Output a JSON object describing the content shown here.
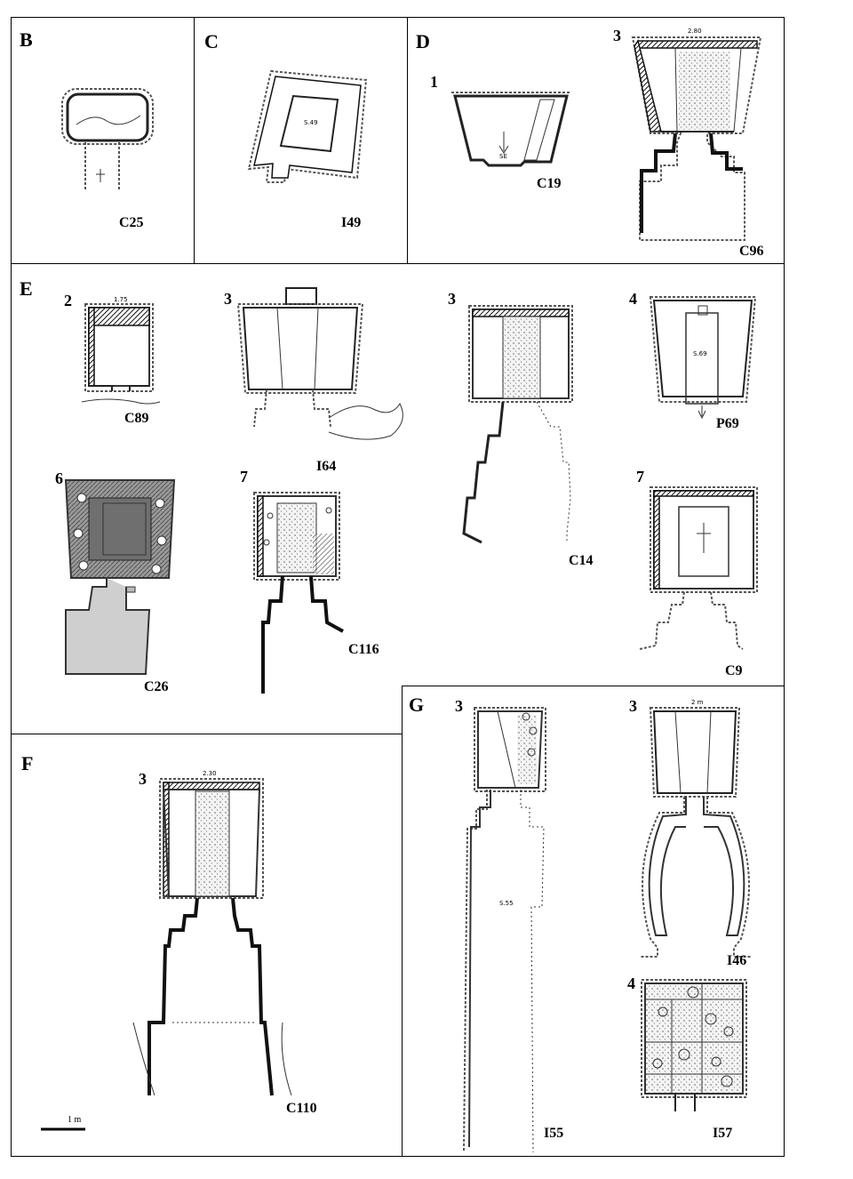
{
  "panels": [
    {
      "id": "B",
      "letter": "B",
      "labels": [
        {
          "text": "C25"
        }
      ]
    },
    {
      "id": "C",
      "letter": "C",
      "labels": [
        {
          "text": "I49"
        }
      ]
    },
    {
      "id": "D",
      "letter": "D",
      "labels": [
        {
          "text": "C19"
        },
        {
          "text": "C96"
        }
      ]
    },
    {
      "id": "E",
      "letter": "E",
      "labels": [
        {
          "text": "C89"
        },
        {
          "text": "I64"
        },
        {
          "text": "C14"
        },
        {
          "text": "P69"
        },
        {
          "text": "C26"
        },
        {
          "text": "C116"
        },
        {
          "text": "C9"
        }
      ]
    },
    {
      "id": "F",
      "letter": "F",
      "labels": [
        {
          "text": "C110"
        }
      ]
    },
    {
      "id": "G",
      "letter": "G",
      "labels": [
        {
          "text": "I55"
        },
        {
          "text": "I46"
        },
        {
          "text": "I57"
        }
      ]
    }
  ],
  "figure_numbers": {
    "d1": "1",
    "d3": "3",
    "e2": "2",
    "e3a": "3",
    "e3b": "3",
    "e4": "4",
    "e6": "6",
    "e7a": "7",
    "e7b": "7",
    "f3": "3",
    "g3a": "3",
    "g3b": "3",
    "g4": "4"
  },
  "inscriptions": {
    "i49_area": "S.49",
    "p69_area": "S.69",
    "i55_area": "S.55",
    "c19_dir": "SE",
    "c96_top": "2.80",
    "c110_top": "2.30",
    "c89_top": "1.75",
    "i46_top": "2 m"
  },
  "scale_bar": {
    "label": "1 m"
  }
}
